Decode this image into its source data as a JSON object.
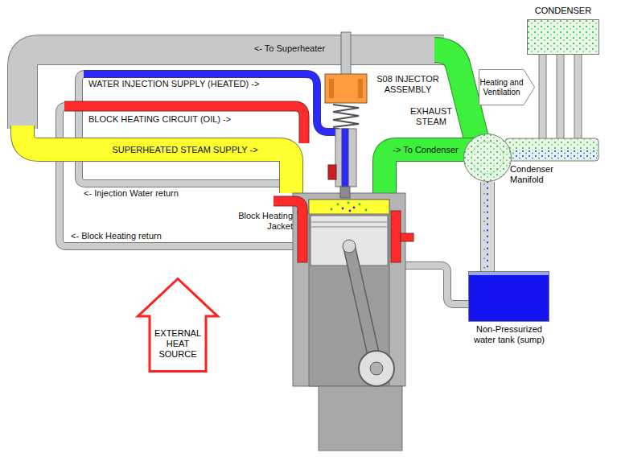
{
  "diagram": {
    "nodes": [
      {
        "text": [
          "CONDENSER"
        ]
      },
      {
        "text": [
          "Heating and Ventilation"
        ]
      },
      {
        "text": [
          "Condenser Manifold"
        ]
      },
      {
        "text": [
          "Non-Pressurized water tank (sump)"
        ]
      },
      {
        "text": [
          "EXTERNAL HEAT SOURCE"
        ]
      }
    ],
    "edges": [
      {
        "from": 2,
        "to": 3,
        "arrow": "none"
      }
    ],
    "labels": [
      "<- To Superheater",
      "WATER INJECTION SUPPLY (HEATED) ->",
      "S08 INJECTOR ASSEMBLY",
      "BLOCK HEATING CIRCUIT (OIL) ->",
      "EXHAUST STEAM",
      "SUPERHEATED STEAM SUPPLY ->",
      "-> To Condenser",
      "<- Injection Water return",
      "Block Heating Jacket",
      "<- Block Heating return"
    ]
  }
}
